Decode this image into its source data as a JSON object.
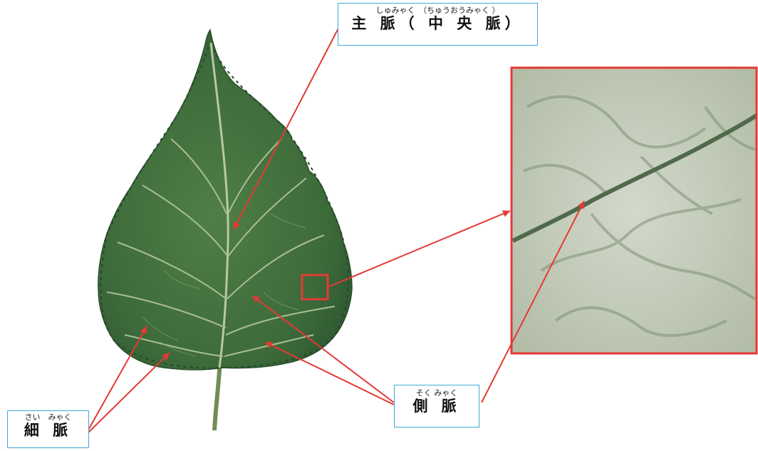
{
  "labels": {
    "main_vein": {
      "ruby": "しゅみゃく　（ちゅうおうみゃく ）",
      "kanji": "主 脈（ 中 央 脈）"
    },
    "lateral_vein": {
      "ruby": "そく みゃく",
      "kanji": "側 脈"
    },
    "fine_vein": {
      "ruby": "さい　みゃく",
      "kanji": "細 脈"
    }
  },
  "colors": {
    "arrow": "#e53935",
    "label_border": "#3fa9d6",
    "leaf_dark": "#2f5a30",
    "leaf_mid": "#4a7a44",
    "vein": "#b8c9a4",
    "zoom_bg": "#c5cdbd",
    "zoom_border": "#e53935"
  }
}
